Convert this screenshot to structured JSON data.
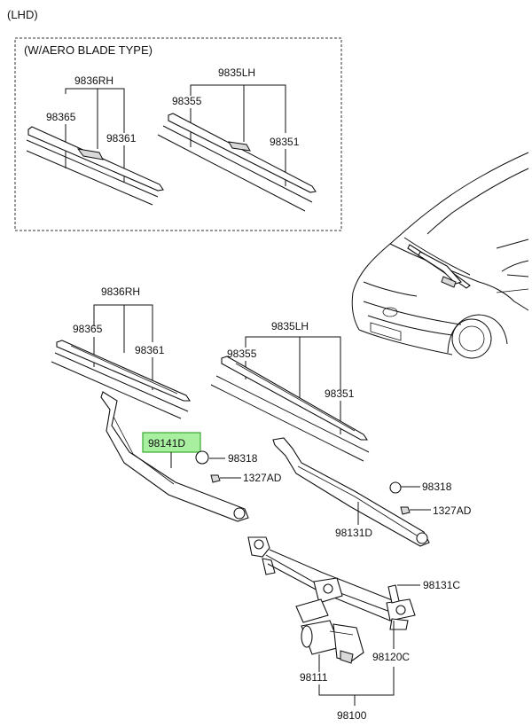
{
  "header": {
    "variant": "(LHD)",
    "inset_title": "(W/AERO BLADE TYPE)"
  },
  "inset": {
    "rh_blade": "9836RH",
    "rh_left": "98365",
    "rh_right": "98361",
    "lh_blade": "9835LH",
    "lh_left": "98355",
    "lh_right": "98351"
  },
  "main": {
    "rh_blade": "9836RH",
    "rh_left": "98365",
    "rh_right": "98361",
    "lh_blade": "9835LH",
    "lh_left": "98355",
    "lh_right": "98351",
    "arm_rh": "98141D",
    "cap_rh": "98318",
    "nut_rh": "1327AD",
    "cap_lh": "98318",
    "nut_lh": "1327AD",
    "arm_lh": "98131D",
    "bolt": "98131C",
    "linkage": "98120C",
    "motor": "98111",
    "assembly": "98100"
  },
  "colors": {
    "highlight_fill": "#a8f0a0",
    "highlight_stroke": "#3aaa33",
    "line": "#111111"
  }
}
